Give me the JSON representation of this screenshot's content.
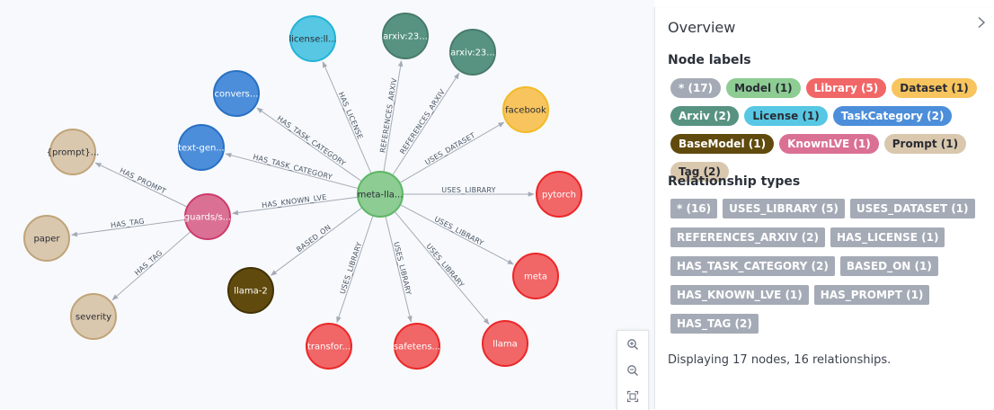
{
  "graph": {
    "colors": {
      "Model": {
        "fill": "#8dcc93",
        "stroke": "#5db665",
        "text": "#2a2c34"
      },
      "Library": {
        "fill": "#f16667",
        "stroke": "#eb2728",
        "text": "#ffffff"
      },
      "Dataset": {
        "fill": "#f7c45e",
        "stroke": "#f3ba25",
        "text": "#2a2c34"
      },
      "Arxiv": {
        "fill": "#579380",
        "stroke": "#477b6b",
        "text": "#ffffff"
      },
      "License": {
        "fill": "#57c7e3",
        "stroke": "#23b3d7",
        "text": "#2a2c34"
      },
      "TaskCategory": {
        "fill": "#4c8eda",
        "stroke": "#2870c2",
        "text": "#ffffff"
      },
      "BaseModel": {
        "fill": "#604a0e",
        "stroke": "#423204",
        "text": "#ffffff"
      },
      "KnownLVE": {
        "fill": "#da7194",
        "stroke": "#cc3c6c",
        "text": "#ffffff"
      },
      "Prompt": {
        "fill": "#d9c8ae",
        "stroke": "#c0a378",
        "text": "#2a2c34"
      },
      "Tag": {
        "fill": "#d9c8ae",
        "stroke": "#c0a378",
        "text": "#2a2c34"
      }
    },
    "nodes": [
      {
        "id": "center",
        "label": "meta-lla...",
        "type": "Model"
      },
      {
        "id": "license",
        "label": "license:ll...",
        "type": "License"
      },
      {
        "id": "arxiv1",
        "label": "arxiv:23...",
        "type": "Arxiv"
      },
      {
        "id": "arxiv2",
        "label": "arxiv:23...",
        "type": "Arxiv"
      },
      {
        "id": "facebook",
        "label": "facebook",
        "type": "Dataset"
      },
      {
        "id": "pytorch",
        "label": "pytorch",
        "type": "Library"
      },
      {
        "id": "meta",
        "label": "meta",
        "type": "Library"
      },
      {
        "id": "llama",
        "label": "llama",
        "type": "Library"
      },
      {
        "id": "safetens",
        "label": "safetens...",
        "type": "Library"
      },
      {
        "id": "transfor",
        "label": "transfor...",
        "type": "Library"
      },
      {
        "id": "llama2",
        "label": "llama-2",
        "type": "BaseModel"
      },
      {
        "id": "guards",
        "label": "guards/s...",
        "type": "KnownLVE"
      },
      {
        "id": "textgen",
        "label": "text-gen...",
        "type": "TaskCategory"
      },
      {
        "id": "convers",
        "label": "convers...",
        "type": "TaskCategory"
      },
      {
        "id": "prompt",
        "label": "{prompt}...",
        "type": "Prompt"
      },
      {
        "id": "paper",
        "label": "paper",
        "type": "Tag"
      },
      {
        "id": "severity",
        "label": "severity",
        "type": "Tag"
      }
    ],
    "edges": [
      {
        "from": "center",
        "to": "license",
        "label": "HAS_LICENSE"
      },
      {
        "from": "center",
        "to": "arxiv1",
        "label": "REFERENCES_ARXIV"
      },
      {
        "from": "center",
        "to": "arxiv2",
        "label": "REFERENCES_ARXIV"
      },
      {
        "from": "center",
        "to": "facebook",
        "label": "USES_DATASET"
      },
      {
        "from": "center",
        "to": "pytorch",
        "label": "USES_LIBRARY"
      },
      {
        "from": "center",
        "to": "meta",
        "label": "USES_LIBRARY"
      },
      {
        "from": "center",
        "to": "llama",
        "label": "USES_LIBRARY"
      },
      {
        "from": "center",
        "to": "safetens",
        "label": "USES_LIBRARY"
      },
      {
        "from": "center",
        "to": "transfor",
        "label": "USES_LIBRARY"
      },
      {
        "from": "center",
        "to": "llama2",
        "label": "BASED_ON"
      },
      {
        "from": "center",
        "to": "guards",
        "label": "HAS_KNOWN_LVE"
      },
      {
        "from": "center",
        "to": "textgen",
        "label": "HAS_TASK_CATEGORY"
      },
      {
        "from": "center",
        "to": "convers",
        "label": "HAS_TASK_CATEGORY"
      },
      {
        "from": "guards",
        "to": "prompt",
        "label": "HAS_PROMPT"
      },
      {
        "from": "guards",
        "to": "paper",
        "label": "HAS_TAG"
      },
      {
        "from": "guards",
        "to": "severity",
        "label": "HAS_TAG"
      }
    ]
  },
  "zoom": {
    "in_icon": "zoom-in-icon",
    "out_icon": "zoom-out-icon",
    "fit_icon": "fit-screen-icon"
  },
  "panel": {
    "title": "Overview",
    "node_labels_title": "Node labels",
    "node_labels": [
      {
        "text": "* (17)",
        "bg": "#a5abb6",
        "fg": "#ffffff"
      },
      {
        "text": "Model (1)",
        "bg": "#8dcc93",
        "fg": "#2a2c34"
      },
      {
        "text": "Library (5)",
        "bg": "#f16667",
        "fg": "#ffffff"
      },
      {
        "text": "Dataset (1)",
        "bg": "#f7c45e",
        "fg": "#2a2c34"
      },
      {
        "text": "Arxiv (2)",
        "bg": "#579380",
        "fg": "#ffffff"
      },
      {
        "text": "License (1)",
        "bg": "#57c7e3",
        "fg": "#2a2c34"
      },
      {
        "text": "TaskCategory (2)",
        "bg": "#4c8eda",
        "fg": "#ffffff"
      },
      {
        "text": "BaseModel (1)",
        "bg": "#604a0e",
        "fg": "#ffffff"
      },
      {
        "text": "KnownLVE (1)",
        "bg": "#da7194",
        "fg": "#ffffff"
      },
      {
        "text": "Prompt (1)",
        "bg": "#d9c8ae",
        "fg": "#2a2c34"
      },
      {
        "text": "Tag (2)",
        "bg": "#d9c8ae",
        "fg": "#2a2c34"
      }
    ],
    "relationship_types_title": "Relationship types",
    "relationship_types": [
      "* (16)",
      "USES_LIBRARY (5)",
      "USES_DATASET (1)",
      "REFERENCES_ARXIV (2)",
      "HAS_LICENSE (1)",
      "HAS_TASK_CATEGORY (2)",
      "BASED_ON (1)",
      "HAS_KNOWN_LVE (1)",
      "HAS_PROMPT (1)",
      "HAS_TAG (2)"
    ],
    "summary": "Displaying 17 nodes, 16 relationships."
  }
}
